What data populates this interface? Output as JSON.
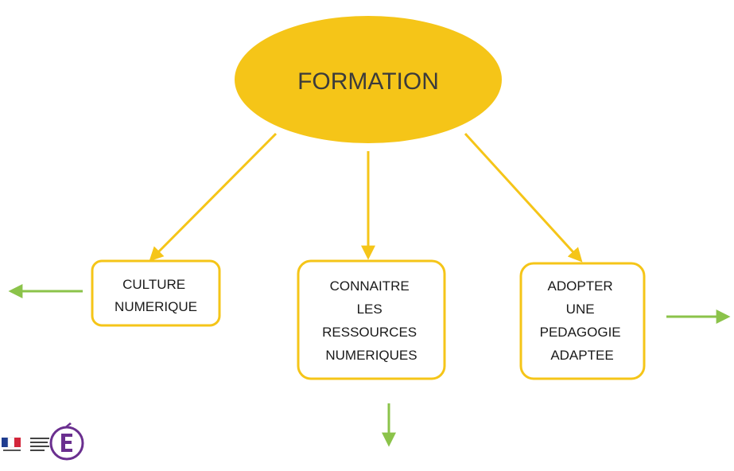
{
  "root": {
    "label": "FORMATION"
  },
  "nodes": [
    {
      "id": "culture",
      "lines": [
        "CULTURE",
        "NUMERIQUE"
      ]
    },
    {
      "id": "ressources",
      "lines": [
        "CONNAITRE",
        "LES",
        "RESSOURCES",
        "NUMERIQUES"
      ]
    },
    {
      "id": "pedagogie",
      "lines": [
        "ADOPTER",
        "UNE",
        "PEDAGOGIE",
        "ADAPTEE"
      ]
    }
  ],
  "colors": {
    "accent": "#f5c518",
    "arrow_green": "#8bc34a",
    "text": "#1a1a1a"
  },
  "logo": {
    "name": "ministere-education-nationale-logo"
  }
}
